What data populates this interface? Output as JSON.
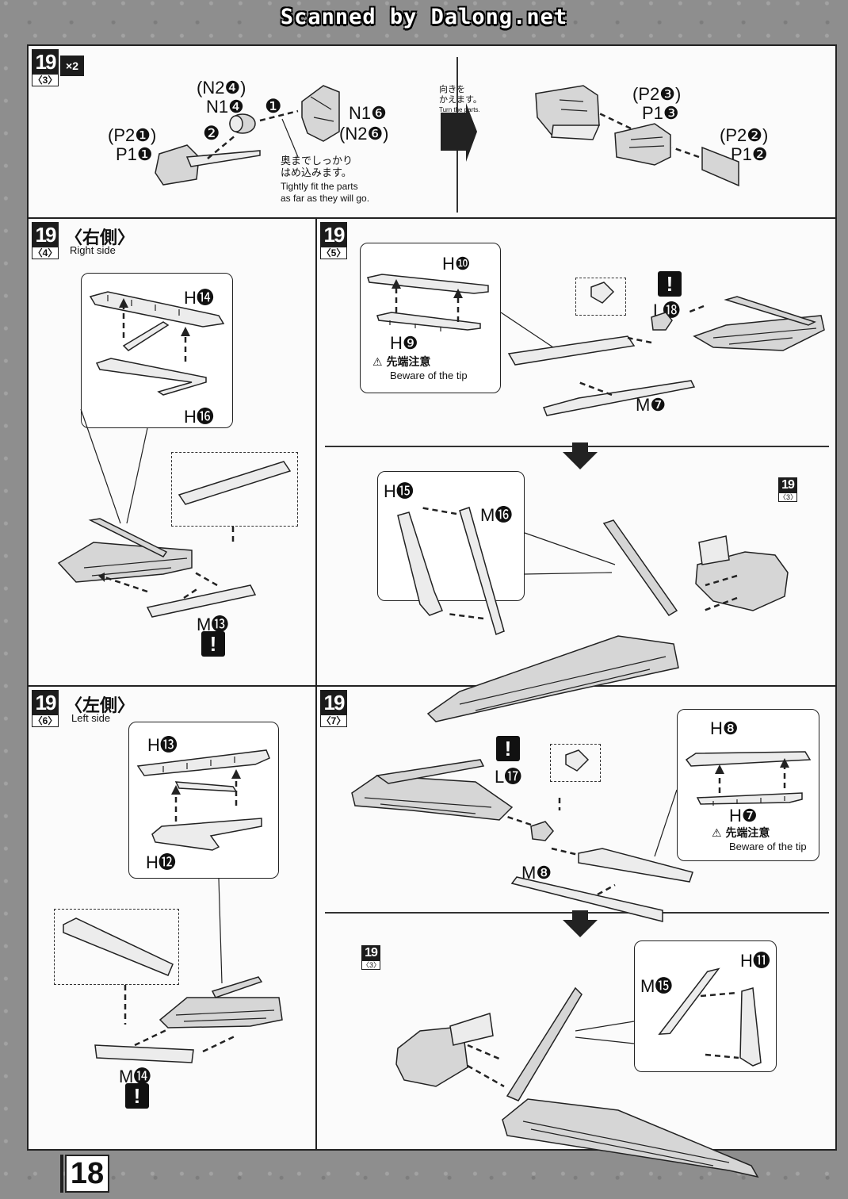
{
  "header": "Scanned by Dalong.net",
  "page_number": "18",
  "steps": [
    {
      "number": "19",
      "sub": "〈3〉",
      "multiplier": "×2",
      "labels": {
        "n2_4": "(N2❹)",
        "n1_4": "N1❹",
        "n1_6": "N1❻",
        "n2_6": "(N2❻)",
        "p2_1": "(P2❶)",
        "p1_1": "P1❶",
        "p2_3": "(P2❸)",
        "p1_3": "P1❸",
        "p2_2": "(P2❷)",
        "p1_2": "P1❷",
        "order_1": "❶",
        "order_2": "❷"
      },
      "note_jp": [
        "奥までしっかり",
        "はめ込みます。"
      ],
      "note_en": [
        "Tightly fit the parts",
        "as far as they will go."
      ],
      "turn_jp": [
        "向きを",
        "かえます。"
      ],
      "turn_en": "Turn the parts."
    },
    {
      "number": "19",
      "sub": "〈4〉",
      "side_jp": "〈右側〉",
      "side_en": "Right side",
      "labels": {
        "h14": "H⓮",
        "h16": "H⓰",
        "m13": "M⓭"
      }
    },
    {
      "number": "19",
      "sub": "〈5〉",
      "labels": {
        "h10": "H❿",
        "h9": "H❾",
        "l18": "L⓲",
        "m7": "M❼",
        "h15": "H⓯",
        "m16": "M⓰"
      },
      "beware_jp": "先端注意",
      "beware_en": "Beware of the tip",
      "ref": {
        "number": "19",
        "sub": "〈3〉"
      }
    },
    {
      "number": "19",
      "sub": "〈6〉",
      "side_jp": "〈左側〉",
      "side_en": "Left side",
      "labels": {
        "h13": "H⓭",
        "h12": "H⓬",
        "m14": "M⓮"
      }
    },
    {
      "number": "19",
      "sub": "〈7〉",
      "labels": {
        "l17": "L⓱",
        "h8": "H❽",
        "h7": "H❼",
        "m8": "M❽",
        "m15": "M⓯",
        "h11": "H⓫"
      },
      "beware_jp": "先端注意",
      "beware_en": "Beware of the tip",
      "ref": {
        "number": "19",
        "sub": "〈3〉"
      }
    }
  ],
  "icons": [
    "warning-exclamation-icon",
    "caution-triangle-icon",
    "down-arrow-icon",
    "right-arrow-icon"
  ]
}
